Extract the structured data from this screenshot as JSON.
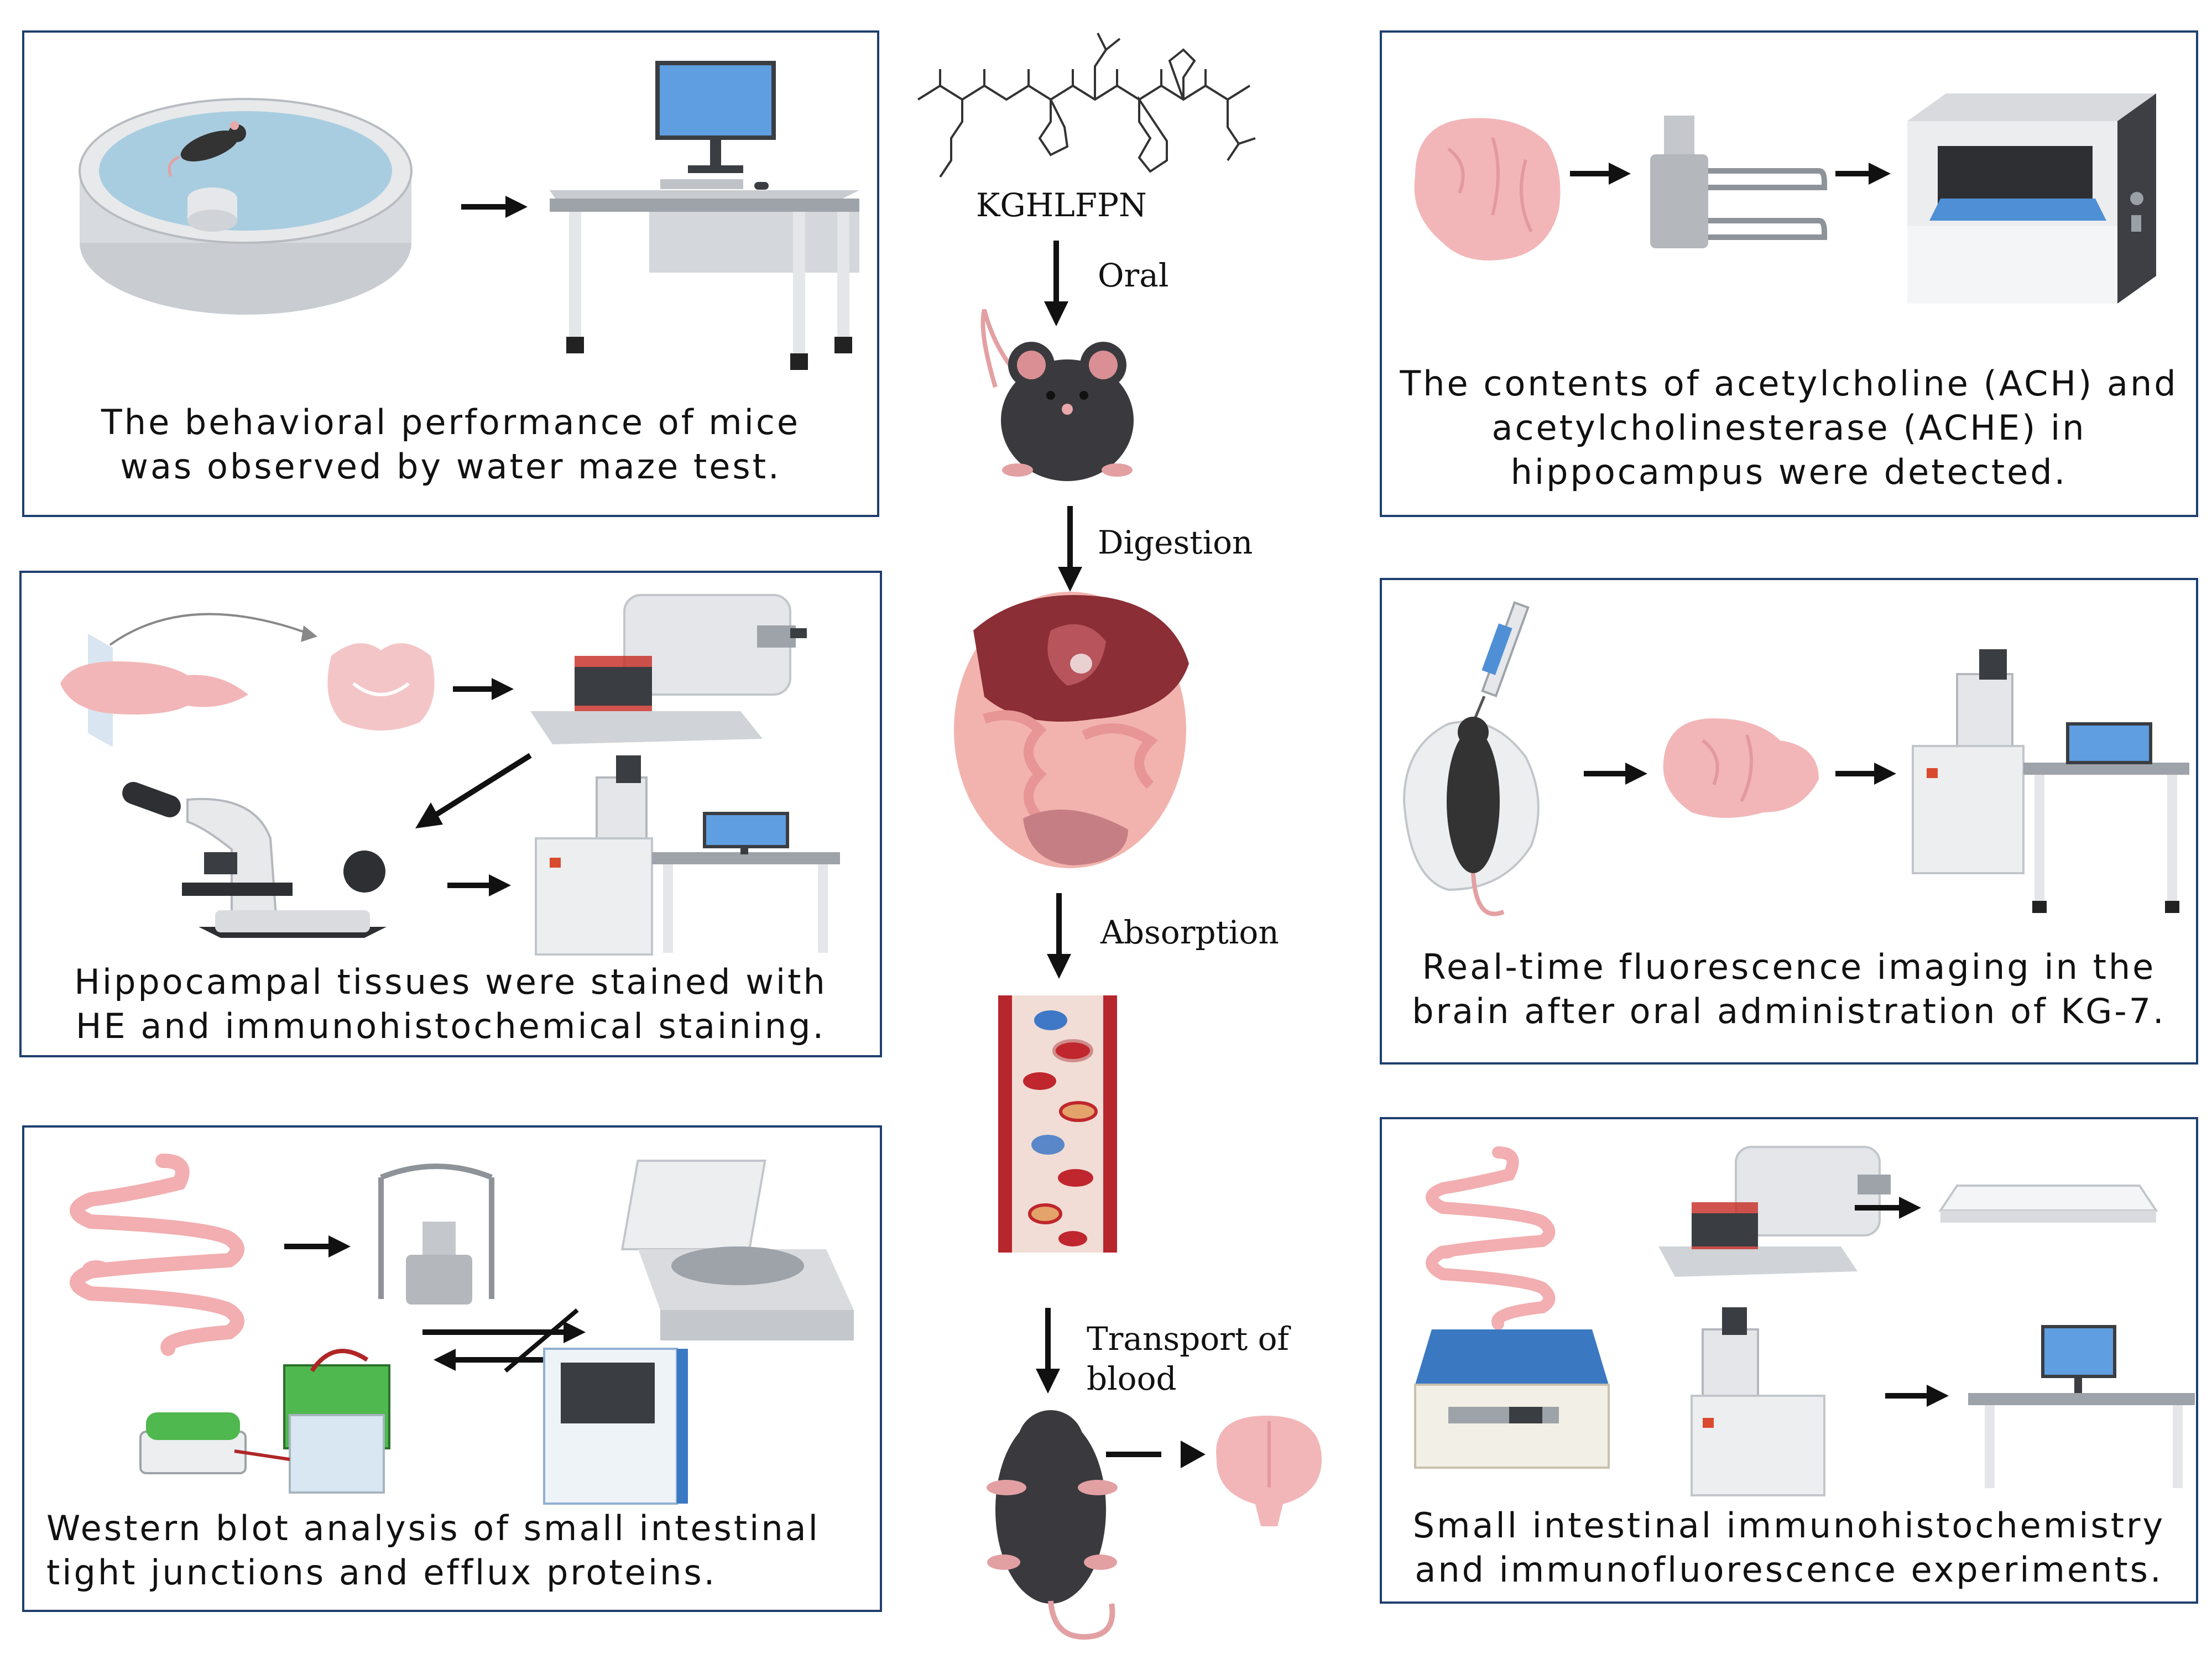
{
  "panels": {
    "water_maze": {
      "caption": "The behavioral performance of mice\nwas observed by water maze test."
    },
    "ach_detection": {
      "caption": "The contents of acetylcholine (ACH) and\nacetylcholinesterase (ACHE) in\nhippocampus were detected."
    },
    "staining": {
      "caption": "Hippocampal tissues were stained with\nHE and immunohistochemical staining."
    },
    "fluorescence": {
      "caption": "Real-time fluorescence imaging in the\nbrain after oral administration of KG-7."
    },
    "western_blot": {
      "caption": "Western blot analysis of small intestinal\ntight junctions and efflux proteins."
    },
    "intestinal_ihc": {
      "caption": "Small intestinal immunohistochemistry\nand immunofluorescence experiments."
    }
  },
  "pathway": {
    "peptide": "KGHLFPN",
    "steps": [
      "Oral",
      "Digestion",
      "Absorption",
      "Transport of\nblood"
    ]
  },
  "colors": {
    "frame": "#1f3f6e",
    "tissue_pink": "#f2b6b8",
    "mouse": "#3a3a3e",
    "equipment_gray": "#d9dbde",
    "screen_blue": "#4f8fd6",
    "blood_red": "#c0262d"
  }
}
